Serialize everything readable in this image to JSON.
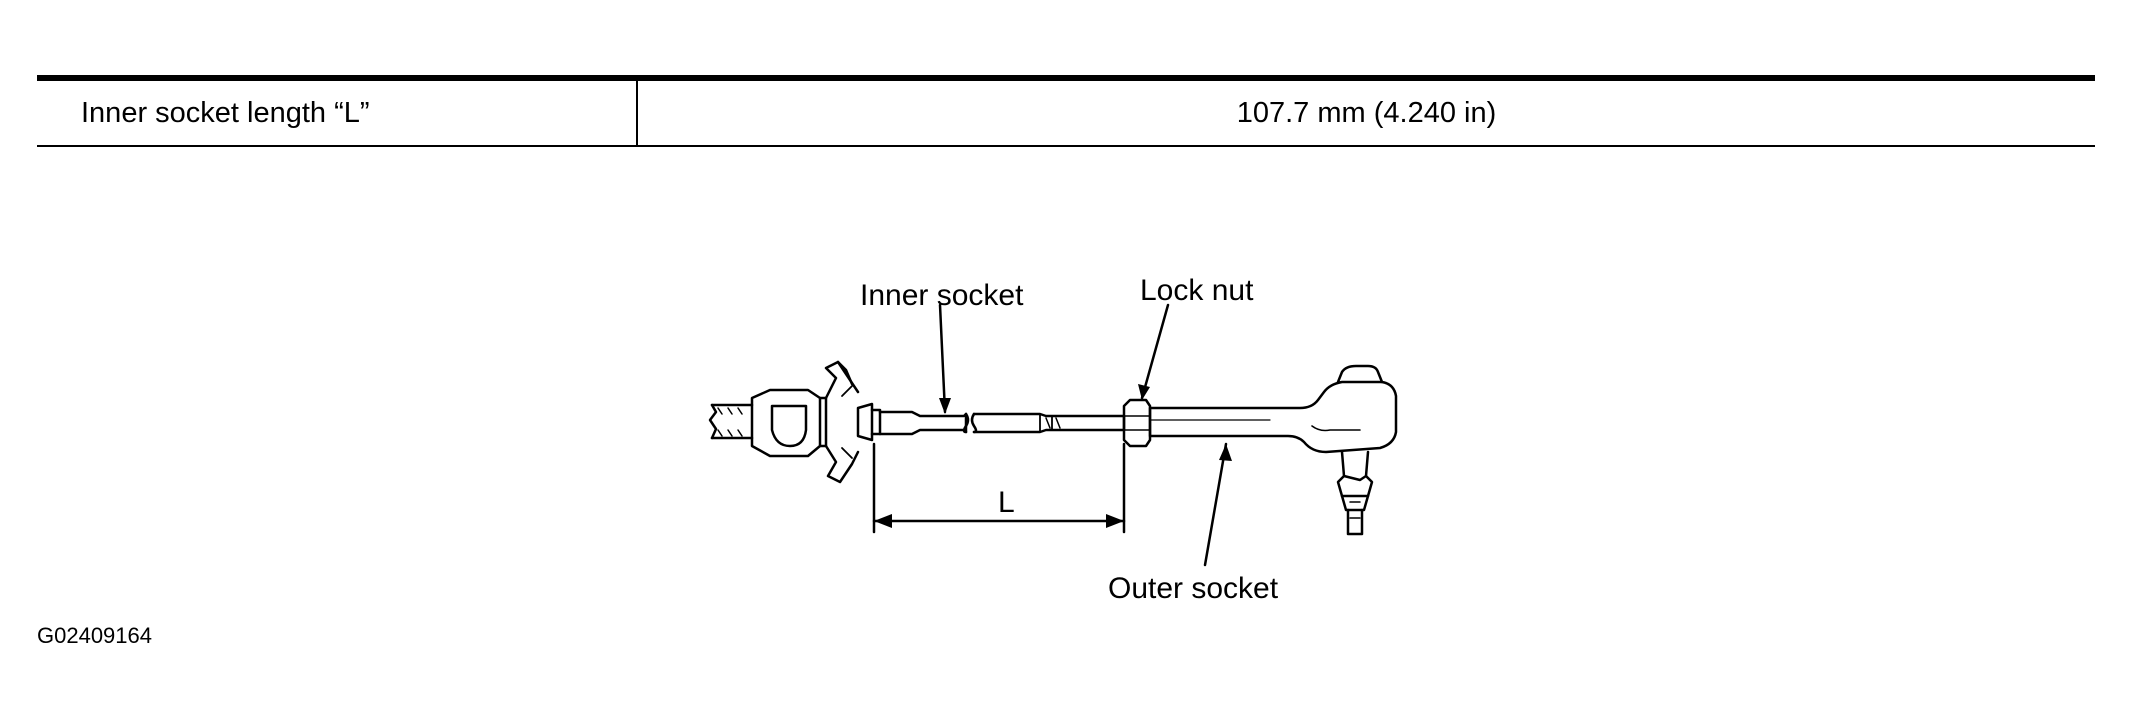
{
  "spec_table": {
    "rows": [
      {
        "label": "Inner socket length “L”",
        "value": "107.7 mm (4.240 in)"
      }
    ]
  },
  "figure": {
    "labels": {
      "inner_socket": "Inner socket",
      "lock_nut": "Lock nut",
      "dimension": "L",
      "outer_socket": "Outer socket"
    },
    "figure_id": "G02409164"
  }
}
